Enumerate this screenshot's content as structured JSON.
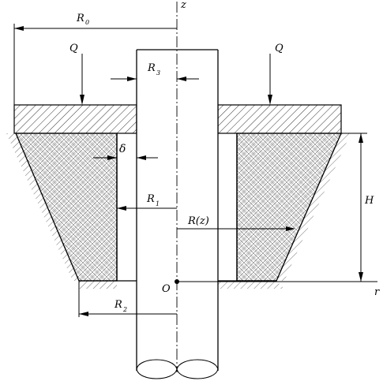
{
  "labels": {
    "z_axis": "z",
    "r_axis": "r",
    "origin": "O",
    "R0": "R",
    "R0_sub": "0",
    "R1": "R",
    "R1_sub": "1",
    "R2": "R",
    "R2_sub": "2",
    "R3": "R",
    "R3_sub": "3",
    "Rz": "R(z)",
    "H": "H",
    "delta": "δ",
    "Q_left": "Q",
    "Q_right": "Q"
  }
}
